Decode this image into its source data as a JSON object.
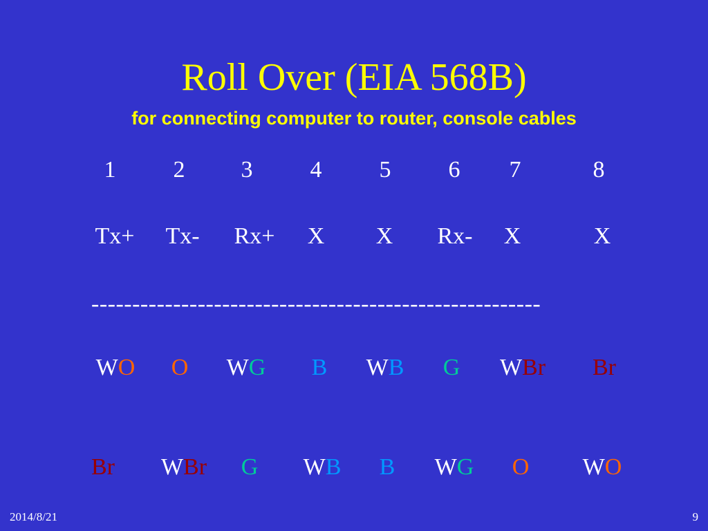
{
  "slide": {
    "title": "Roll Over (EIA 568B)",
    "subtitle": "for connecting computer to router, console cables",
    "date": "2014/8/21",
    "page_number": "9"
  },
  "colors": {
    "white": "#ffffff",
    "orange": "#ff6600",
    "green": "#00cc99",
    "blue": "#0099ff",
    "brown": "#990000",
    "title": "#ffff00",
    "background": "#3333cc"
  },
  "pin_table": {
    "pins": [
      "1",
      "2",
      "3",
      "4",
      "5",
      "6",
      "7",
      "8"
    ],
    "signals": [
      "Tx+",
      "Tx-",
      "Rx+",
      "X",
      "X",
      "Rx-",
      "X",
      "X"
    ],
    "divider": "-------------------------------------------------------",
    "end_a": [
      [
        {
          "t": "W",
          "c": "white"
        },
        {
          "t": "O",
          "c": "orange"
        }
      ],
      [
        {
          "t": "O",
          "c": "orange"
        }
      ],
      [
        {
          "t": "W",
          "c": "white"
        },
        {
          "t": "G",
          "c": "green"
        }
      ],
      [
        {
          "t": "B",
          "c": "blue"
        }
      ],
      [
        {
          "t": "W",
          "c": "white"
        },
        {
          "t": "B",
          "c": "blue"
        }
      ],
      [
        {
          "t": "G",
          "c": "green"
        }
      ],
      [
        {
          "t": "W",
          "c": "white"
        },
        {
          "t": "Br",
          "c": "brown"
        }
      ],
      [
        {
          "t": "Br",
          "c": "brown"
        }
      ]
    ],
    "end_b": [
      [
        {
          "t": "Br",
          "c": "brown"
        }
      ],
      [
        {
          "t": "W",
          "c": "white"
        },
        {
          "t": "Br",
          "c": "brown"
        }
      ],
      [
        {
          "t": "G",
          "c": "green"
        }
      ],
      [
        {
          "t": "W",
          "c": "white"
        },
        {
          "t": "B",
          "c": "blue"
        }
      ],
      [
        {
          "t": "B",
          "c": "blue"
        }
      ],
      [
        {
          "t": "W",
          "c": "white"
        },
        {
          "t": "G",
          "c": "green"
        }
      ],
      [
        {
          "t": "O",
          "c": "orange"
        }
      ],
      [
        {
          "t": "W",
          "c": "white"
        },
        {
          "t": "O",
          "c": "orange"
        }
      ]
    ]
  }
}
